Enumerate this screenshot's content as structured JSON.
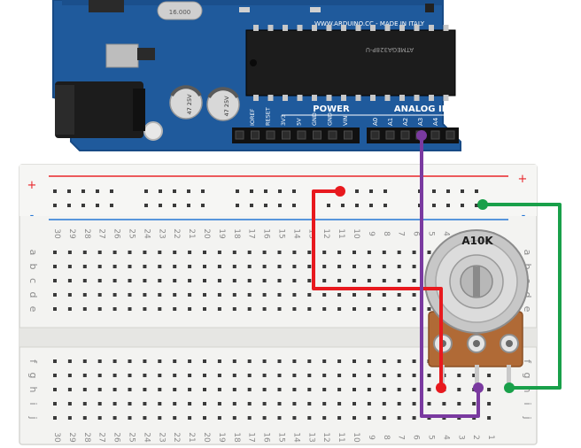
{
  "arduino": {
    "brand_text": "WWW.ARDUINO.CC - MADE IN ITALY",
    "power_header_label": "POWER",
    "analog_header_label": "ANALOG IN",
    "power_pin_labels": [
      "IOREF",
      "RESET",
      "3V3",
      "5V",
      "GND",
      "GND",
      "VIN"
    ],
    "analog_pin_labels": [
      "A0",
      "A1",
      "A2",
      "A3",
      "A4",
      "A5"
    ],
    "capacitor_labels": [
      "47 25V",
      "47 25V"
    ],
    "chip_label": "ATMEGA328P-U",
    "crystal_label": "16.000",
    "board_color": "#1f5a9c"
  },
  "breadboard": {
    "plus_sign": "+",
    "minus_sign": "-",
    "column_numbers": [
      "30",
      "29",
      "28",
      "27",
      "26",
      "25",
      "24",
      "23",
      "22",
      "21",
      "20",
      "19",
      "18",
      "17",
      "16",
      "15",
      "14",
      "13",
      "12",
      "11",
      "10",
      "9",
      "8",
      "7",
      "6",
      "5",
      "4",
      "3",
      "2",
      "1"
    ],
    "row_letters_top": [
      "a",
      "b",
      "c",
      "d",
      "e"
    ],
    "row_letters_bottom": [
      "f",
      "g",
      "h",
      "i",
      "j"
    ]
  },
  "potentiometer": {
    "label": "A10K"
  },
  "wires": {
    "red_color": "#e8191e",
    "purple_color": "#7a3aa0",
    "green_color": "#19a04a"
  }
}
